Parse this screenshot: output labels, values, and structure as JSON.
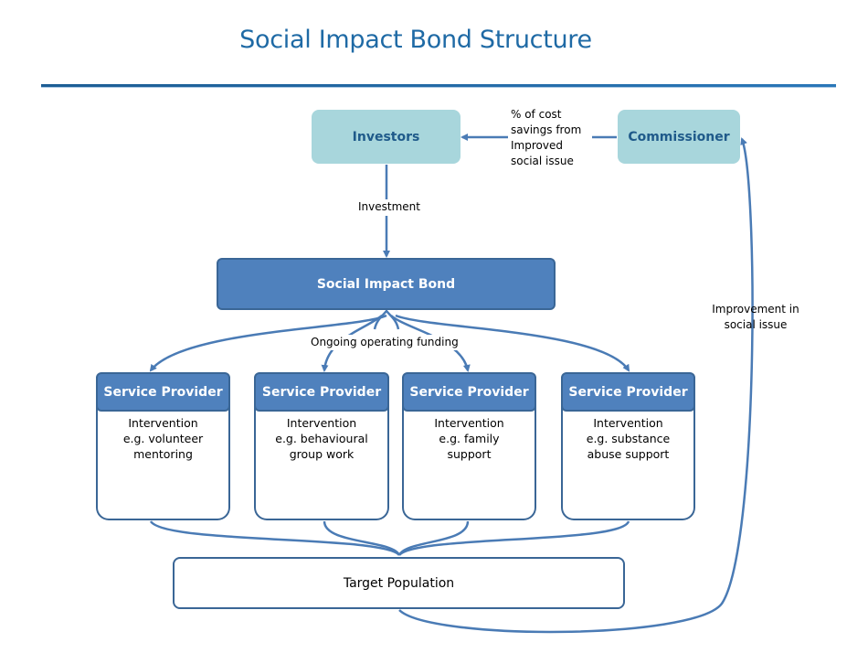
{
  "title": "Social Impact Bond Structure",
  "nodes": {
    "investors": "Investors",
    "commissioner": "Commissioner",
    "social_impact_bond": "Social Impact Bond",
    "target_population": "Target Population"
  },
  "service_providers": [
    {
      "header": "Service Provider",
      "lines": [
        "Intervention",
        "e.g. volunteer",
        "mentoring"
      ]
    },
    {
      "header": "Service Provider",
      "lines": [
        "Intervention",
        "e.g. behavioural",
        "group work"
      ]
    },
    {
      "header": "Service Provider",
      "lines": [
        "Intervention",
        "e.g. family",
        "support"
      ]
    },
    {
      "header": "Service Provider",
      "lines": [
        "Intervention",
        "e.g. substance",
        "abuse support"
      ]
    }
  ],
  "edge_labels": {
    "savings": [
      "% of cost",
      "savings from",
      "Improved",
      "social issue"
    ],
    "investment": "Investment",
    "funding": "Ongoing operating funding",
    "improvement": [
      "Improvement in",
      "social issue"
    ]
  },
  "colors": {
    "title": "#1f6aa5",
    "primary": "#4f81bd",
    "light_box": "#a8d6dc",
    "connector": "#4a7bb5"
  }
}
